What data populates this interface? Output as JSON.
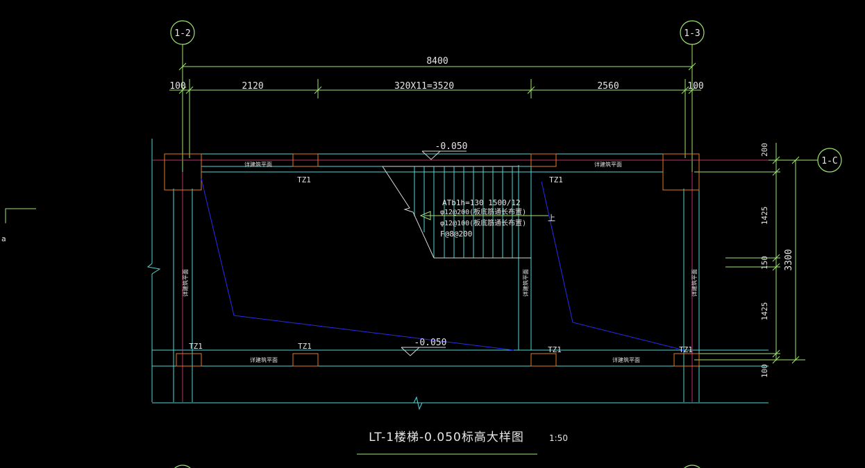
{
  "grid_labels": {
    "left_axis": "1-2",
    "right_axis": "1-3",
    "row_axis": "1-C",
    "left_edge": "a"
  },
  "dimensions_top": {
    "total": "8400",
    "left_offset": "100",
    "seg1": "2120",
    "seg2": "320X11=3520",
    "seg3": "2560",
    "right_offset": "100"
  },
  "dimensions_right": {
    "d1": "200",
    "d2": "1425",
    "d3": "150",
    "d4": "1425",
    "d5": "100",
    "total": "3300"
  },
  "levels": {
    "top": "-0.050",
    "bottom": "-0.050"
  },
  "beam_labels": {
    "tz1_top_left": "TZ1",
    "tz1_top_right": "TZ1",
    "tz1_bl_1": "TZ1",
    "tz1_bl_2": "TZ1",
    "tz1_br_1": "TZ1",
    "tz1_br_2": "TZ1"
  },
  "stair_notes": {
    "line1": "ATb1h=130 1500/12",
    "line2": "φ12@200(板底筋通长布置)",
    "line3": "φ12@100(板底筋通长布置)",
    "line4": "F@8@200",
    "arrow_tag": "上"
  },
  "ref_notes": {
    "top_left": "详建筑平面",
    "top_right": "详建筑平面",
    "bottom_left": "详建筑平面",
    "bottom_right": "详建筑平面",
    "side_left": "详建筑平面",
    "side_mid": "详建筑平面",
    "side_right": "详建筑平面"
  },
  "title": {
    "text": "LT-1楼梯-0.050标高大样图",
    "scale": "1:50"
  },
  "colors": {
    "axis_green": "#9ee672",
    "beam_cyan": "#4fd9d9",
    "wall_magenta": "#c0306e",
    "column_orange": "#e07a2c",
    "slab_blue": "#2a2af0"
  }
}
